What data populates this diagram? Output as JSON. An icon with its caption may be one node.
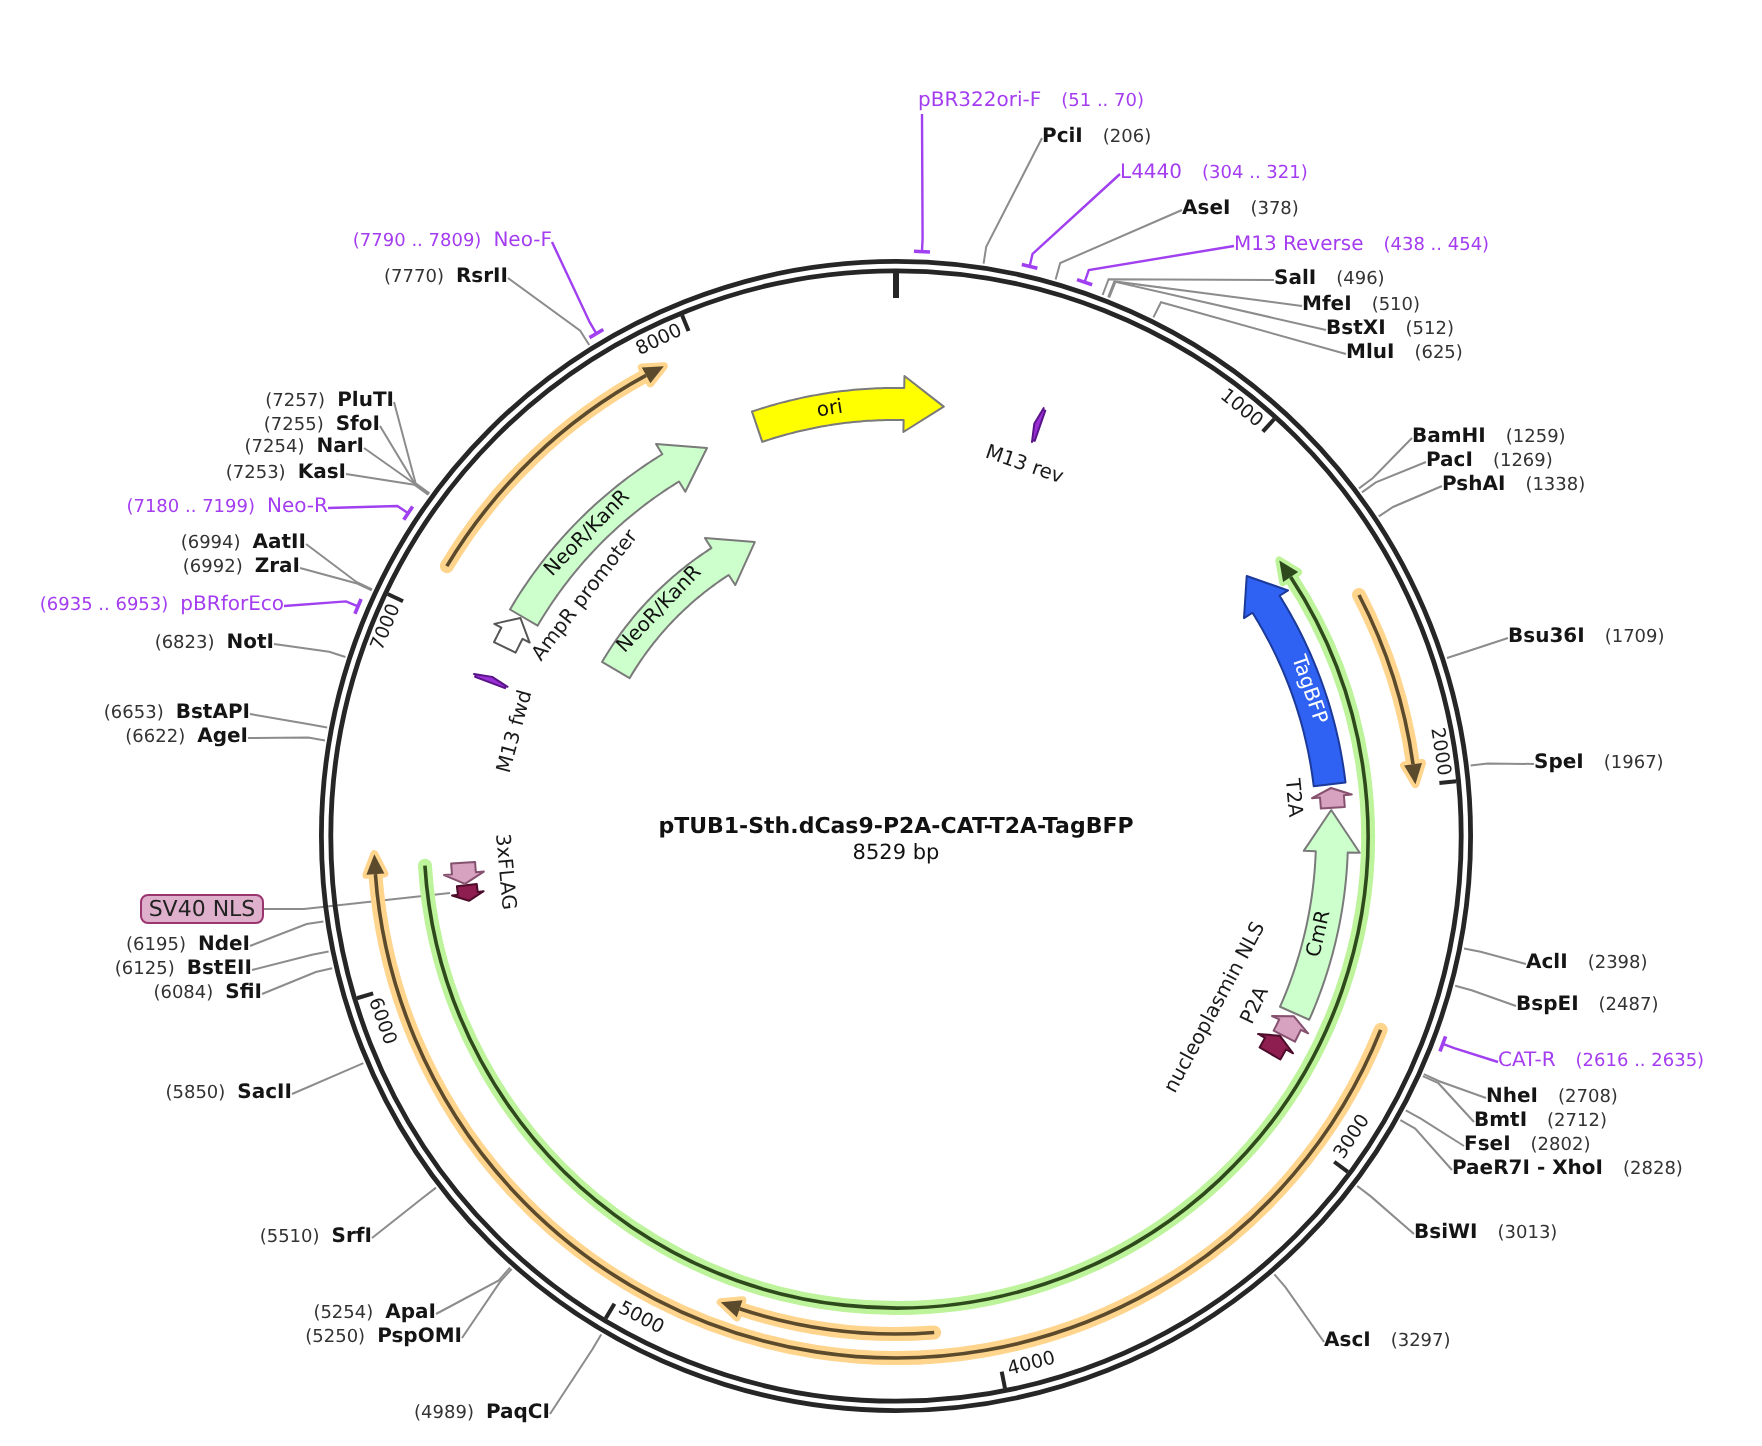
{
  "diagram": {
    "nodes": [
      {
        "text": [
          "pTUB1-Sth.dCas9-P2A-CAT-T2A-TagBFP",
          "8529 bp"
        ]
      },
      {
        "text": [
          "ori"
        ],
        "in": 0
      },
      {
        "text": [],
        "shape": "arrow",
        "beside": [
          "M13 rev"
        ],
        "in": 0
      },
      {
        "text": [
          "TagBFP"
        ],
        "in": 0
      },
      {
        "text": [],
        "shape": "arrow",
        "beside": [
          "T2A"
        ],
        "in": 0
      },
      {
        "text": [
          "CmR"
        ],
        "in": 0
      },
      {
        "text": [],
        "shape": "arrow",
        "beside": [
          "P2A"
        ],
        "in": 0
      },
      {
        "text": [],
        "shape": "arrow",
        "beside": [
          "nucleoplasmin NLS"
        ],
        "in": 0
      },
      {
        "text": [],
        "shape": "arrow",
        "in": 0
      },
      {
        "text": [],
        "shape": "arrow",
        "beside": [
          "3xFLAG"
        ],
        "in": 0
      },
      {
        "text": [],
        "shape": "arrow",
        "beside": [
          "M13 fwd"
        ],
        "in": 0
      },
      {
        "text": [],
        "shape": "arrow",
        "beside": [
          "AmpR promoter"
        ],
        "in": 0
      },
      {
        "text": [
          "NeoR/KanR"
        ],
        "in": 0
      },
      {
        "text": [
          "NeoR/KanR"
        ],
        "in": 0
      },
      {
        "text": [
          "pBR322ori-F",
          "(51 .. 70)"
        ]
      },
      {
        "text": [
          "PciI",
          "(206)"
        ]
      },
      {
        "text": [
          "L4440",
          "(304 .. 321)"
        ]
      },
      {
        "text": [
          "AseI",
          "(378)"
        ]
      },
      {
        "text": [
          "M13 Reverse",
          "(438 .. 454)"
        ]
      },
      {
        "text": [
          "SalI",
          "(496)"
        ]
      },
      {
        "text": [
          "MfeI",
          "(510)"
        ]
      },
      {
        "text": [
          "BstXI",
          "(512)"
        ]
      },
      {
        "text": [
          "MluI",
          "(625)"
        ]
      },
      {
        "text": [
          "BamHI",
          "(1259)"
        ]
      },
      {
        "text": [
          "PacI",
          "(1269)"
        ]
      },
      {
        "text": [
          "PshAI",
          "(1338)"
        ]
      },
      {
        "text": [
          "Bsu36I",
          "(1709)"
        ]
      },
      {
        "text": [
          "SpeI",
          "(1967)"
        ]
      },
      {
        "text": [
          "AclI",
          "(2398)"
        ]
      },
      {
        "text": [
          "BspEI",
          "(2487)"
        ]
      },
      {
        "text": [
          "CAT-R",
          "(2616 .. 2635)"
        ]
      },
      {
        "text": [
          "NheI",
          "(2708)"
        ]
      },
      {
        "text": [
          "BmtI",
          "(2712)"
        ]
      },
      {
        "text": [
          "FseI",
          "(2802)"
        ]
      },
      {
        "text": [
          "PaeR7I - XhoI",
          "(2828)"
        ]
      },
      {
        "text": [
          "BsiWI",
          "(3013)"
        ]
      },
      {
        "text": [
          "AscI",
          "(3297)"
        ]
      },
      {
        "text": [
          "(4989)",
          "PaqCI"
        ]
      },
      {
        "text": [
          "(5250)",
          "PspOMI"
        ]
      },
      {
        "text": [
          "(5254)",
          "ApaI"
        ]
      },
      {
        "text": [
          "(5510)",
          "SrfI"
        ]
      },
      {
        "text": [
          "(5850)",
          "SacII"
        ]
      },
      {
        "text": [
          "(6084)",
          "SfiI"
        ]
      },
      {
        "text": [
          "(6125)",
          "BstEII"
        ]
      },
      {
        "text": [
          "(6195)",
          "NdeI"
        ]
      },
      {
        "text": [
          "SV40 NLS"
        ]
      },
      {
        "text": [
          "(6622)",
          "AgeI"
        ]
      },
      {
        "text": [
          "(6653)",
          "BstAPI"
        ]
      },
      {
        "text": [
          "(6823)",
          "NotI"
        ]
      },
      {
        "text": [
          "(6935 .. 6953)",
          "pBRforEco"
        ]
      },
      {
        "text": [
          "(6992)",
          "ZraI"
        ]
      },
      {
        "text": [
          "(6994)",
          "AatII"
        ]
      },
      {
        "text": [
          "(7180 .. 7199)",
          "Neo-R"
        ]
      },
      {
        "text": [
          "(7253)",
          "KasI"
        ]
      },
      {
        "text": [
          "(7254)",
          "NarI"
        ]
      },
      {
        "text": [
          "(7255)",
          "SfoI"
        ]
      },
      {
        "text": [
          "(7257)",
          "PluTI"
        ]
      },
      {
        "text": [
          "(7770)",
          "RsrII"
        ]
      },
      {
        "text": [
          "(7790 .. 7809)",
          "Neo-F"
        ]
      }
    ],
    "edges": [
      {
        "from": 14,
        "to": 0,
        "arrow": "other",
        "color": "#a040f0"
      },
      {
        "from": 15,
        "to": 0,
        "arrow": "none"
      },
      {
        "from": 16,
        "to": 0,
        "arrow": "other",
        "color": "#a040f0"
      },
      {
        "from": 17,
        "to": 0,
        "arrow": "none"
      },
      {
        "from": 18,
        "to": 0,
        "arrow": "other",
        "color": "#a040f0"
      },
      {
        "from": 19,
        "to": 0,
        "arrow": "none"
      },
      {
        "from": 20,
        "to": 0,
        "arrow": "none"
      },
      {
        "from": 21,
        "to": 0,
        "arrow": "none"
      },
      {
        "from": 22,
        "to": 0,
        "arrow": "none"
      },
      {
        "from": 23,
        "to": 0,
        "arrow": "none"
      },
      {
        "from": 24,
        "to": 0,
        "arrow": "none"
      },
      {
        "from": 25,
        "to": 0,
        "arrow": "none"
      },
      {
        "from": 26,
        "to": 0,
        "arrow": "none"
      },
      {
        "from": 27,
        "to": 0,
        "arrow": "none"
      },
      {
        "from": 28,
        "to": 0,
        "arrow": "none"
      },
      {
        "from": 29,
        "to": 0,
        "arrow": "none"
      },
      {
        "from": 30,
        "to": 0,
        "arrow": "other",
        "color": "#a040f0"
      },
      {
        "from": 31,
        "to": 0,
        "arrow": "none"
      },
      {
        "from": 32,
        "to": 0,
        "arrow": "none"
      },
      {
        "from": 33,
        "to": 0,
        "arrow": "none"
      },
      {
        "from": 34,
        "to": 0,
        "arrow": "none"
      },
      {
        "from": 35,
        "to": 0,
        "arrow": "none"
      },
      {
        "from": 36,
        "to": 0,
        "arrow": "none"
      },
      {
        "from": 37,
        "to": 0,
        "arrow": "none"
      },
      {
        "from": 38,
        "to": 0,
        "arrow": "none"
      },
      {
        "from": 39,
        "to": 0,
        "arrow": "none"
      },
      {
        "from": 40,
        "to": 0,
        "arrow": "none"
      },
      {
        "from": 41,
        "to": 0,
        "arrow": "none"
      },
      {
        "from": 42,
        "to": 0,
        "arrow": "none"
      },
      {
        "from": 43,
        "to": 0,
        "arrow": "none"
      },
      {
        "from": 44,
        "to": 0,
        "arrow": "none"
      },
      {
        "from": 45,
        "to": 8,
        "arrow": "none"
      },
      {
        "from": 46,
        "to": 0,
        "arrow": "none"
      },
      {
        "from": 47,
        "to": 0,
        "arrow": "none"
      },
      {
        "from": 48,
        "to": 0,
        "arrow": "none"
      },
      {
        "from": 49,
        "to": 0,
        "arrow": "other",
        "color": "#a040f0"
      },
      {
        "from": 50,
        "to": 0,
        "arrow": "none"
      },
      {
        "from": 51,
        "to": 0,
        "arrow": "none"
      },
      {
        "from": 52,
        "to": 0,
        "arrow": "other",
        "color": "#a040f0"
      },
      {
        "from": 53,
        "to": 0,
        "arrow": "none"
      },
      {
        "from": 54,
        "to": 0,
        "arrow": "none"
      },
      {
        "from": 55,
        "to": 0,
        "arrow": "none"
      },
      {
        "from": 56,
        "to": 0,
        "arrow": "none"
      },
      {
        "from": 57,
        "to": 0,
        "arrow": "none"
      },
      {
        "from": 58,
        "to": 0,
        "arrow": "other",
        "color": "#a040f0"
      }
    ],
    "labels": [
      "1000",
      "2000",
      "3000",
      "4000",
      "5000",
      "6000",
      "7000",
      "8000"
    ]
  }
}
